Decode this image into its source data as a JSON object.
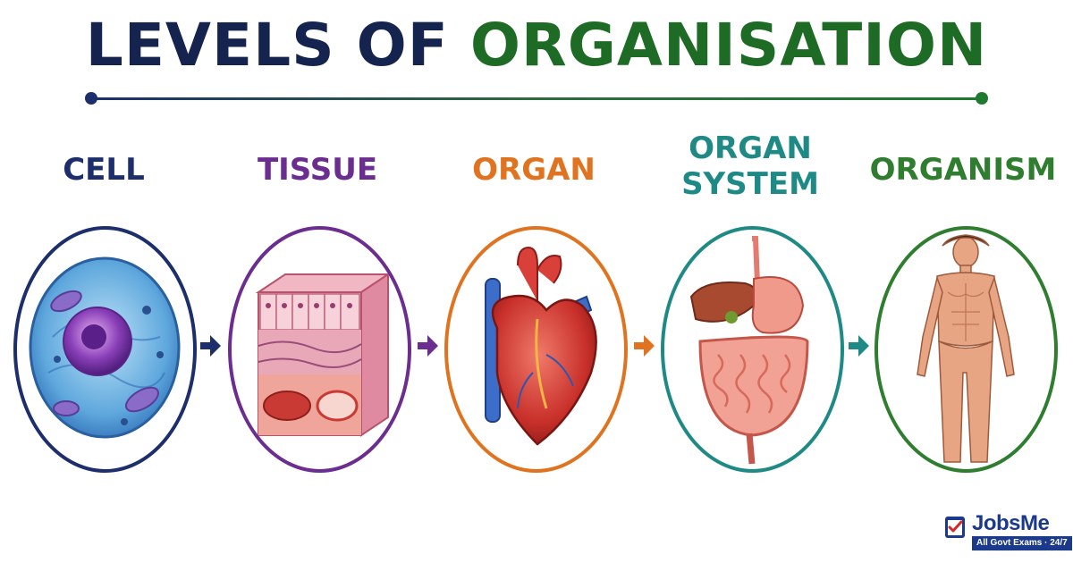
{
  "title": {
    "part1": "LEVELS OF",
    "part2": "ORGANISATION"
  },
  "colors": {
    "title_dark": "#15234f",
    "title_green": "#1e6b26",
    "cell": "#1c2e6b",
    "tissue": "#6b2d8f",
    "organ": "#e0731f",
    "organ_system": "#1f8a85",
    "organism": "#2f7d2f"
  },
  "stages": [
    {
      "label_line1": "CELL",
      "label_line2": "",
      "icon": "cell-illustration"
    },
    {
      "label_line1": "TISSUE",
      "label_line2": "",
      "icon": "tissue-illustration"
    },
    {
      "label_line1": "ORGAN",
      "label_line2": "",
      "icon": "heart-illustration"
    },
    {
      "label_line1": "ORGAN",
      "label_line2": "SYSTEM",
      "icon": "digestive-system-illustration"
    },
    {
      "label_line1": "ORGANISM",
      "label_line2": "",
      "icon": "human-body-illustration"
    }
  ],
  "brand": {
    "name": "JobsMe",
    "tagline": "All Govt Exams · 24/7",
    "icon": "checklist-icon"
  }
}
